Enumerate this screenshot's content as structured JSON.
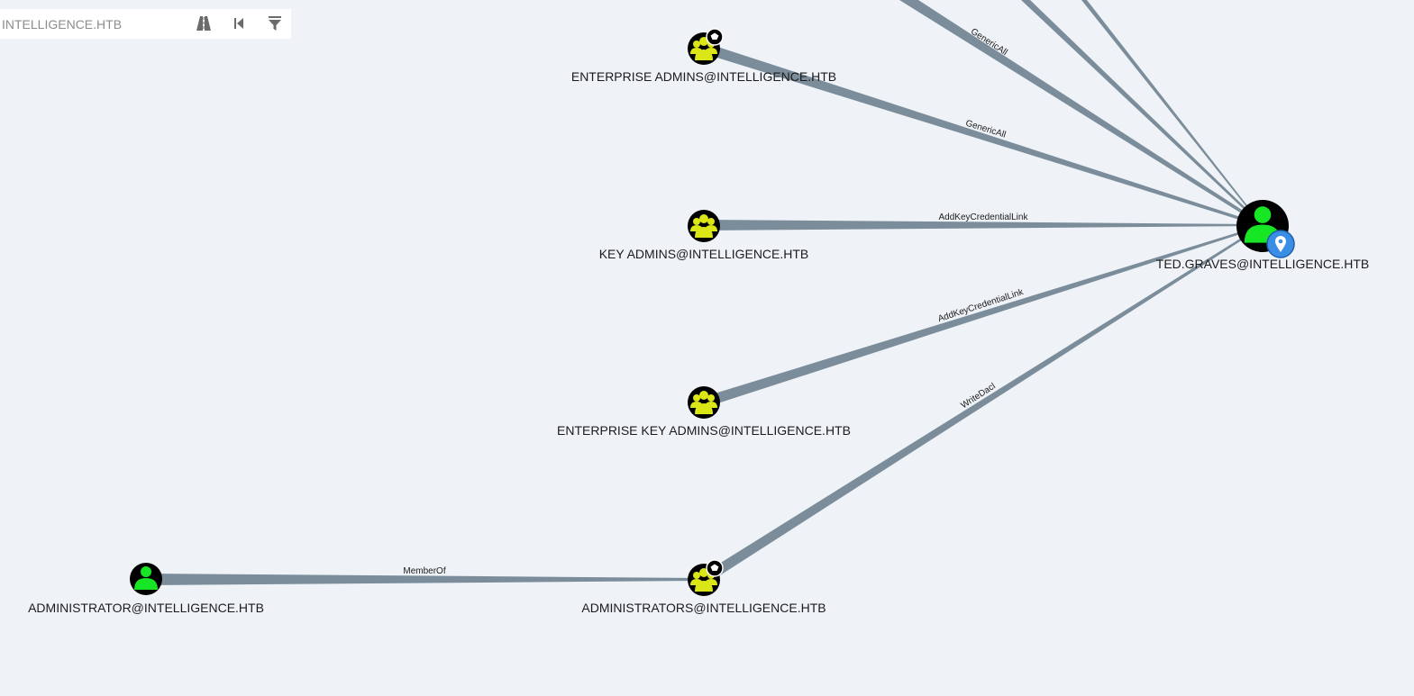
{
  "search": {
    "value": "INTELLIGENCE.HTB",
    "placeholder": ""
  },
  "toolbar": {
    "pathfinding_icon": "road-icon",
    "back_icon": "skip-back-icon",
    "filter_icon": "filter-icon"
  },
  "colors": {
    "background": "#eff3f8",
    "edge": "#7b8d9a",
    "user_node": "#17e625",
    "group_node": "#dbe617",
    "node_fill": "#000000",
    "marker": "#3a8ee6"
  },
  "nodes": [
    {
      "id": "enterprise-admins",
      "type": "group",
      "label": "ENTERPRISE ADMINS@INTELLIGENCE.HTB",
      "high_value": true
    },
    {
      "id": "key-admins",
      "type": "group",
      "label": "KEY ADMINS@INTELLIGENCE.HTB",
      "high_value": false
    },
    {
      "id": "enterprise-key-admins",
      "type": "group",
      "label": "ENTERPRISE KEY ADMINS@INTELLIGENCE.HTB",
      "high_value": false
    },
    {
      "id": "administrators",
      "type": "group",
      "label": "ADMINISTRATORS@INTELLIGENCE.HTB",
      "high_value": true
    },
    {
      "id": "administrator",
      "type": "user",
      "label": "ADMINISTRATOR@INTELLIGENCE.HTB",
      "high_value": false
    },
    {
      "id": "ted-graves",
      "type": "user",
      "label": "TED.GRAVES@INTELLIGENCE.HTB",
      "high_value": false,
      "owned": true
    }
  ],
  "edges": [
    {
      "id": "e1",
      "from": "offscreen-a",
      "to": "ted-graves",
      "label": "GenericAll"
    },
    {
      "id": "e2",
      "from": "offscreen-b",
      "to": "ted-graves",
      "label": ""
    },
    {
      "id": "e3",
      "from": "offscreen-c",
      "to": "ted-graves",
      "label": ""
    },
    {
      "id": "e4",
      "from": "enterprise-admins",
      "to": "ted-graves",
      "label": "GenericAll"
    },
    {
      "id": "e5",
      "from": "key-admins",
      "to": "ted-graves",
      "label": "AddKeyCredentialLink"
    },
    {
      "id": "e6",
      "from": "enterprise-key-admins",
      "to": "ted-graves",
      "label": "AddKeyCredentialLink"
    },
    {
      "id": "e7",
      "from": "administrators",
      "to": "ted-graves",
      "label": "WriteDacl"
    },
    {
      "id": "e8",
      "from": "administrator",
      "to": "administrators",
      "label": "MemberOf"
    }
  ]
}
